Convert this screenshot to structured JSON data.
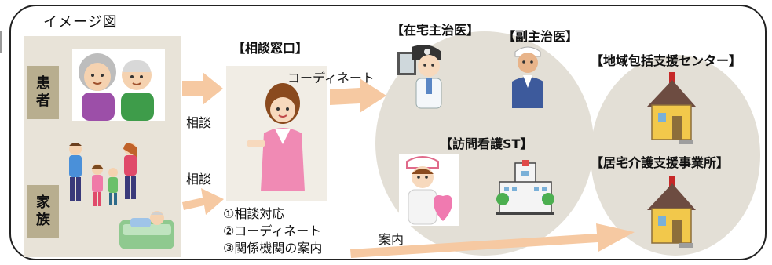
{
  "title": "イメージ図",
  "roles": {
    "patient": [
      "患",
      "者"
    ],
    "family": [
      "家",
      "族"
    ]
  },
  "labels": {
    "consult_window": "【相談窓口】",
    "coordinate": "コーディネート",
    "consult_top": "相談",
    "consult_bottom": "相談",
    "home_doctor": "【在宅主治医】",
    "sub_doctor": "【副主治医】",
    "visiting_nurse": "【訪問看護ST】",
    "community_center": "【地域包括支援センター】",
    "care_office": "【居宅介護支援事業所】",
    "guide": "案内"
  },
  "steps": [
    "①相談対応",
    "②コーディネート",
    "③関係機関の案内"
  ],
  "colors": {
    "arrow": "#f6c9a2",
    "panel": "#e8e3d8",
    "role_box": "#b8ae8f",
    "ellipse": "#e3dfd6",
    "house": "#f2c84b"
  },
  "icons": [
    "elderly-couple-icon",
    "family-icon",
    "bedridden-patient-icon",
    "receptionist-icon",
    "doctor-icon",
    "sub-doctor-icon",
    "nurse-icon",
    "hospital-icon",
    "house-icon"
  ]
}
